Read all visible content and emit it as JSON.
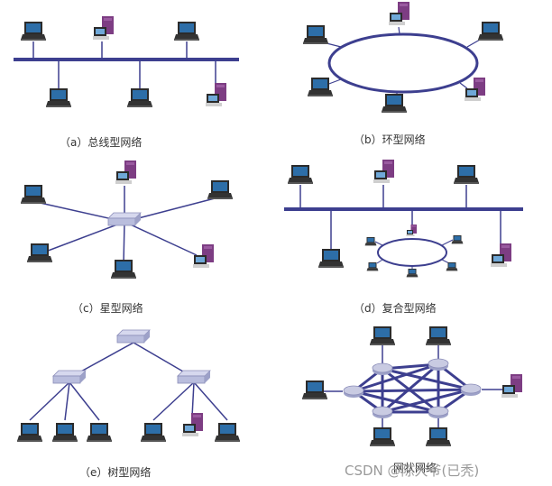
{
  "captions": {
    "bus": "（a）总线型网络",
    "ring": "（b）环型网络",
    "star": "（c）星型网络",
    "hybrid": "（d）复合型网络",
    "tree": "（e）树型网络",
    "mesh": "网状网络"
  },
  "watermark": "CSDN @陈大爷(已秃)",
  "colors": {
    "link": "#3d3f8f",
    "laptop_screen": "#2d6ea8",
    "laptop_frame": "#2b2b2b",
    "workstation": "#7d3d83",
    "switch": "#b9bddd",
    "router": "#c9cbe2"
  }
}
